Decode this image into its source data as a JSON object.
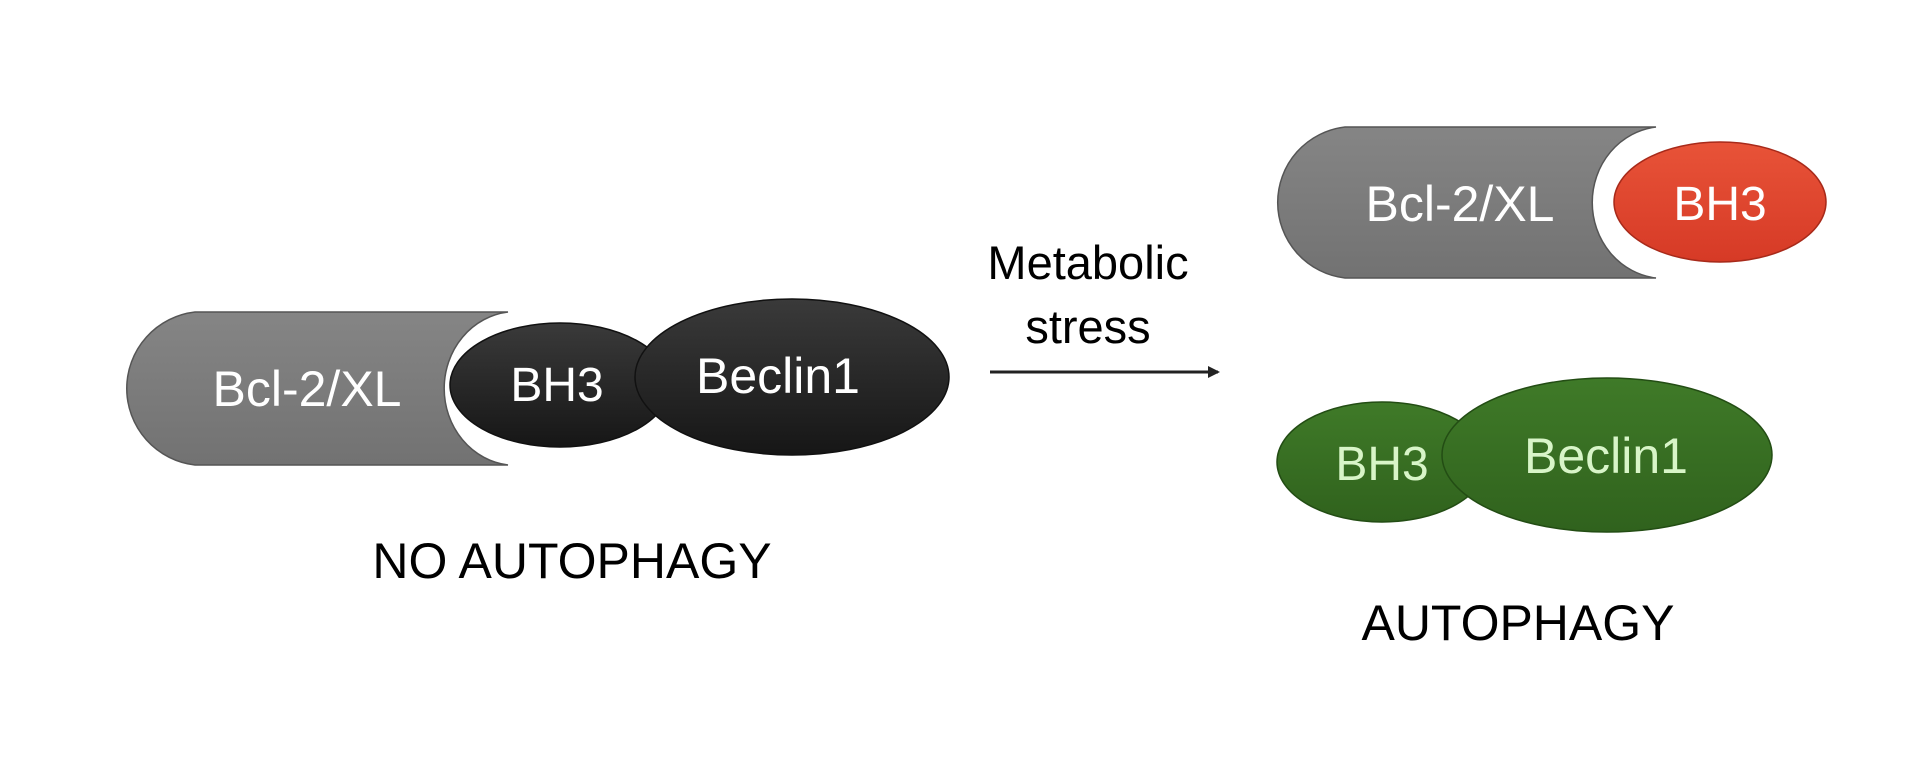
{
  "colors": {
    "background": "#ffffff",
    "bcl_gray": "#7a7a7a",
    "complex_black": "#262626",
    "bh3_red": "#e0412e",
    "green": "#376d22",
    "green_text": "#d8f5c8",
    "light_text": "#ffffff",
    "dark_text": "#000000"
  },
  "left_complex": {
    "bcl_label": "Bcl-2/XL",
    "bh3_label": "BH3",
    "beclin_label": "Beclin1",
    "caption": "NO AUTOPHAGY"
  },
  "arrow": {
    "label_line1": "Metabolic",
    "label_line2": "stress"
  },
  "right_top": {
    "bcl_label": "Bcl-2/XL",
    "bh3_label": "BH3"
  },
  "right_bottom": {
    "bh3_label": "BH3",
    "beclin_label": "Beclin1",
    "caption": "AUTOPHAGY"
  }
}
